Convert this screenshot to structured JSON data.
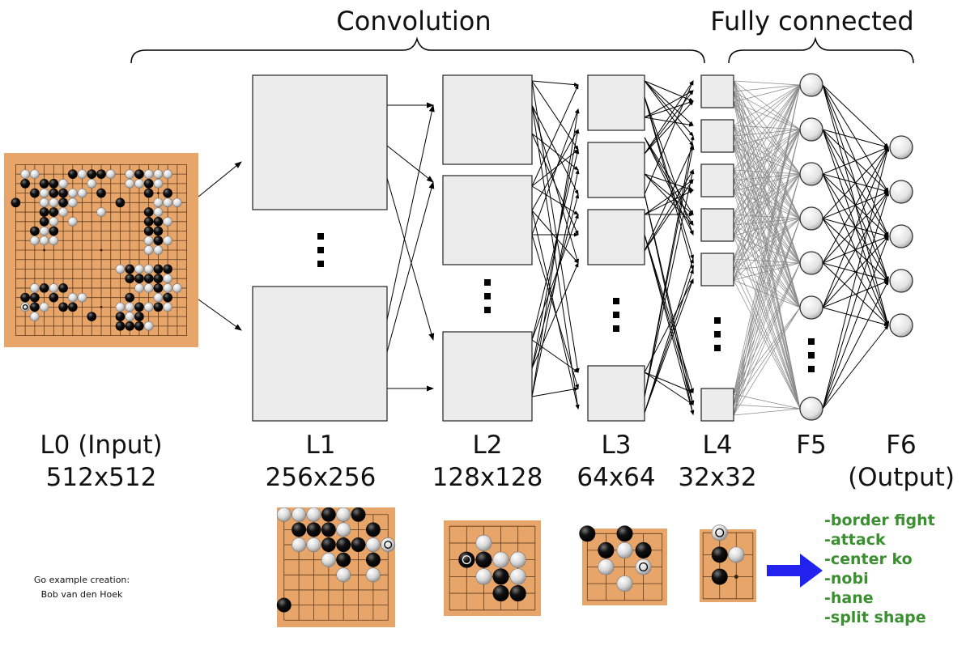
{
  "groups": {
    "convolution": "Convolution",
    "fully_connected": "Fully connected"
  },
  "layers": {
    "l0": {
      "name": "L0 (Input)",
      "size": "512x512"
    },
    "l1": {
      "name": "L1",
      "size": "256x256"
    },
    "l2": {
      "name": "L2",
      "size": "128x128"
    },
    "l3": {
      "name": "L3",
      "size": "64x64"
    },
    "l4": {
      "name": "L4",
      "size": "32x32"
    },
    "f5": {
      "name": "F5"
    },
    "f6": {
      "name": "F6",
      "size": "(Output)"
    }
  },
  "credit": {
    "line1": "Go example creation:",
    "line2": "Bob van den Hoek"
  },
  "features": [
    "-border fight",
    "-attack",
    "-center ko",
    "-nobi",
    "-hane",
    "-split shape"
  ],
  "colors": {
    "board": "#e8a56a",
    "feature_text": "#3a8f2f",
    "arrow": "#2222ee",
    "feature_map": "#ececec"
  }
}
